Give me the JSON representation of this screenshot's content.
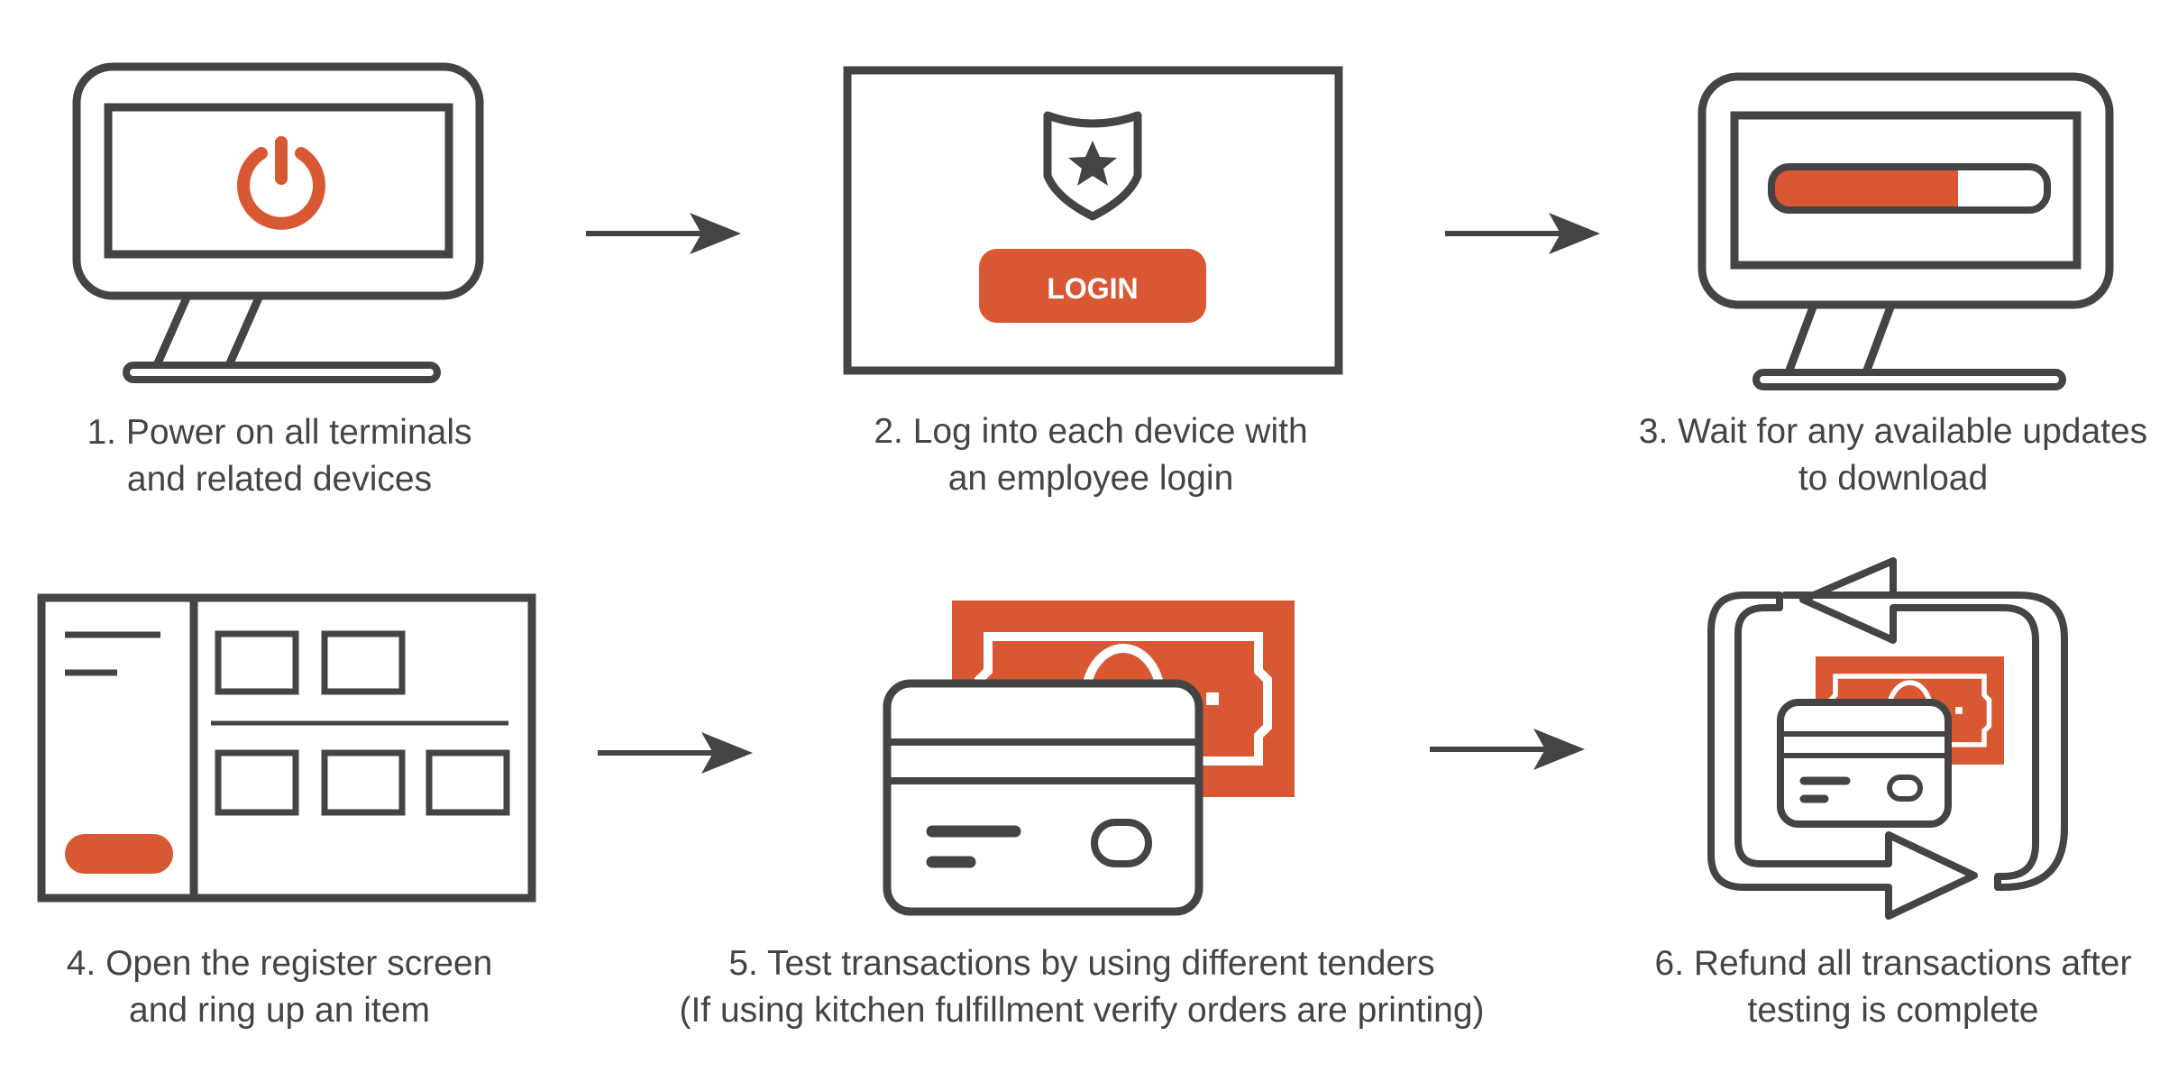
{
  "colors": {
    "accent": "#D95834",
    "stroke": "#444444",
    "background": "#FFFFFF"
  },
  "steps": [
    {
      "id": 1,
      "icon": "monitor-power-icon",
      "lines": [
        "1. Power on all terminals",
        "and related devices"
      ]
    },
    {
      "id": 2,
      "icon": "login-screen-icon",
      "button_label": "LOGIN",
      "lines": [
        "2. Log into each device with",
        "an employee login"
      ]
    },
    {
      "id": 3,
      "icon": "monitor-progress-icon",
      "progress": 0.68,
      "lines": [
        "3. Wait for any available updates",
        "to download"
      ]
    },
    {
      "id": 4,
      "icon": "register-screen-icon",
      "lines": [
        "4. Open the register screen",
        "and ring up an item"
      ]
    },
    {
      "id": 5,
      "icon": "card-and-cash-icon",
      "lines": [
        "5. Test transactions by using different tenders",
        "(If using kitchen fulfillment verify orders are printing)"
      ]
    },
    {
      "id": 6,
      "icon": "refund-cycle-icon",
      "lines": [
        "6. Refund all transactions after",
        "testing is complete"
      ]
    }
  ]
}
